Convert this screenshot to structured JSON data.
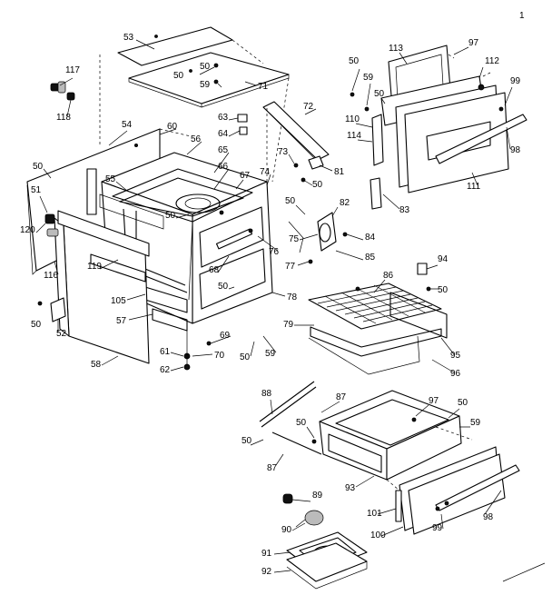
{
  "page_label": "1",
  "callouts": [
    {
      "id": "53",
      "text": "53"
    },
    {
      "id": "50-top",
      "text": "50"
    },
    {
      "id": "50-top2",
      "text": "50"
    },
    {
      "id": "59-top",
      "text": "59"
    },
    {
      "id": "71",
      "text": "71"
    },
    {
      "id": "117",
      "text": "117"
    },
    {
      "id": "118",
      "text": "118"
    },
    {
      "id": "54",
      "text": "54"
    },
    {
      "id": "60",
      "text": "60"
    },
    {
      "id": "56",
      "text": "56"
    },
    {
      "id": "65",
      "text": "65"
    },
    {
      "id": "66",
      "text": "66"
    },
    {
      "id": "67",
      "text": "67"
    },
    {
      "id": "74",
      "text": "74"
    },
    {
      "id": "63",
      "text": "63"
    },
    {
      "id": "64",
      "text": "64"
    },
    {
      "id": "72",
      "text": "72"
    },
    {
      "id": "73",
      "text": "73"
    },
    {
      "id": "81",
      "text": "81"
    },
    {
      "id": "50-mid",
      "text": "50"
    },
    {
      "id": "50-left",
      "text": "50"
    },
    {
      "id": "55",
      "text": "55"
    },
    {
      "id": "51",
      "text": "51"
    },
    {
      "id": "120",
      "text": "120"
    },
    {
      "id": "116",
      "text": "116"
    },
    {
      "id": "119",
      "text": "119"
    },
    {
      "id": "50-cav",
      "text": "50"
    },
    {
      "id": "50-82",
      "text": "50"
    },
    {
      "id": "82",
      "text": "82"
    },
    {
      "id": "75",
      "text": "75"
    },
    {
      "id": "76",
      "text": "76"
    },
    {
      "id": "84",
      "text": "84"
    },
    {
      "id": "77",
      "text": "77"
    },
    {
      "id": "85",
      "text": "85"
    },
    {
      "id": "68",
      "text": "68"
    },
    {
      "id": "50-68",
      "text": "50"
    },
    {
      "id": "105",
      "text": "105"
    },
    {
      "id": "57",
      "text": "57"
    },
    {
      "id": "78",
      "text": "78"
    },
    {
      "id": "50-52",
      "text": "50"
    },
    {
      "id": "52",
      "text": "52"
    },
    {
      "id": "61",
      "text": "61"
    },
    {
      "id": "69",
      "text": "69"
    },
    {
      "id": "70",
      "text": "70"
    },
    {
      "id": "50-bot",
      "text": "50"
    },
    {
      "id": "59-bot",
      "text": "59"
    },
    {
      "id": "58",
      "text": "58"
    },
    {
      "id": "62",
      "text": "62"
    },
    {
      "id": "113",
      "text": "113"
    },
    {
      "id": "97-top",
      "text": "97"
    },
    {
      "id": "50-door",
      "text": "50"
    },
    {
      "id": "59-door",
      "text": "59"
    },
    {
      "id": "112",
      "text": "112"
    },
    {
      "id": "50-door2",
      "text": "50"
    },
    {
      "id": "99-top",
      "text": "99"
    },
    {
      "id": "110",
      "text": "110"
    },
    {
      "id": "114",
      "text": "114"
    },
    {
      "id": "98-top",
      "text": "98"
    },
    {
      "id": "111",
      "text": "111"
    },
    {
      "id": "83",
      "text": "83"
    },
    {
      "id": "94",
      "text": "94"
    },
    {
      "id": "50-94",
      "text": "50"
    },
    {
      "id": "86",
      "text": "86"
    },
    {
      "id": "79",
      "text": "79"
    },
    {
      "id": "95",
      "text": "95"
    },
    {
      "id": "96",
      "text": "96"
    },
    {
      "id": "88",
      "text": "88"
    },
    {
      "id": "87-top",
      "text": "87"
    },
    {
      "id": "50-drw",
      "text": "50"
    },
    {
      "id": "97-drw",
      "text": "97"
    },
    {
      "id": "50-drw2",
      "text": "50"
    },
    {
      "id": "59-drw",
      "text": "59"
    },
    {
      "id": "50-drw3",
      "text": "50"
    },
    {
      "id": "87-bot",
      "text": "87"
    },
    {
      "id": "93",
      "text": "93"
    },
    {
      "id": "101",
      "text": "101"
    },
    {
      "id": "98-bot",
      "text": "98"
    },
    {
      "id": "99-bot",
      "text": "99"
    },
    {
      "id": "100",
      "text": "100"
    },
    {
      "id": "89",
      "text": "89"
    },
    {
      "id": "90",
      "text": "90"
    },
    {
      "id": "91",
      "text": "91"
    },
    {
      "id": "92",
      "text": "92"
    }
  ]
}
